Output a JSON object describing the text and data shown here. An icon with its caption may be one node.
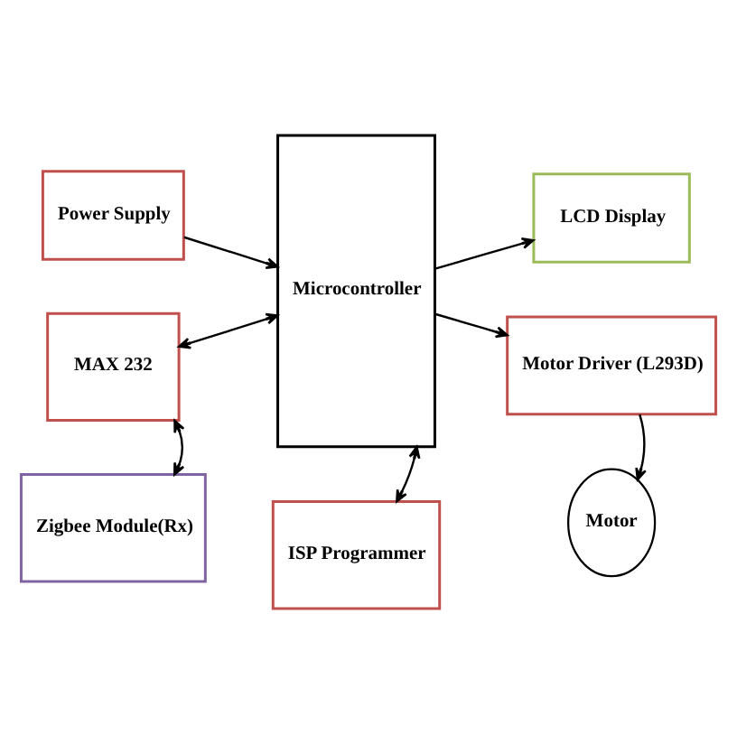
{
  "diagram": {
    "nodes": [
      {
        "text": [
          "Power Supply"
        ]
      },
      {
        "text": [
          "Microcontroller"
        ]
      },
      {
        "text": [
          "LCD Display"
        ]
      },
      {
        "text": [
          "MAX 232"
        ]
      },
      {
        "text": [
          "Motor Driver (L293D)"
        ]
      },
      {
        "text": [
          "Motor"
        ]
      },
      {
        "text": [
          "Zigbee Module(Rx)"
        ]
      },
      {
        "text": [
          "ISP Programmer"
        ]
      }
    ],
    "edges": [
      {
        "from": 0,
        "to": 1,
        "arrow": "to"
      },
      {
        "from": 1,
        "to": 2,
        "arrow": "to"
      },
      {
        "from": 3,
        "to": 1,
        "arrow": "both"
      },
      {
        "from": 1,
        "to": 4,
        "arrow": "to"
      },
      {
        "from": 4,
        "to": 5,
        "arrow": "to"
      },
      {
        "from": 3,
        "to": 6,
        "arrow": "both"
      },
      {
        "from": 1,
        "to": 7,
        "arrow": "both"
      }
    ]
  }
}
